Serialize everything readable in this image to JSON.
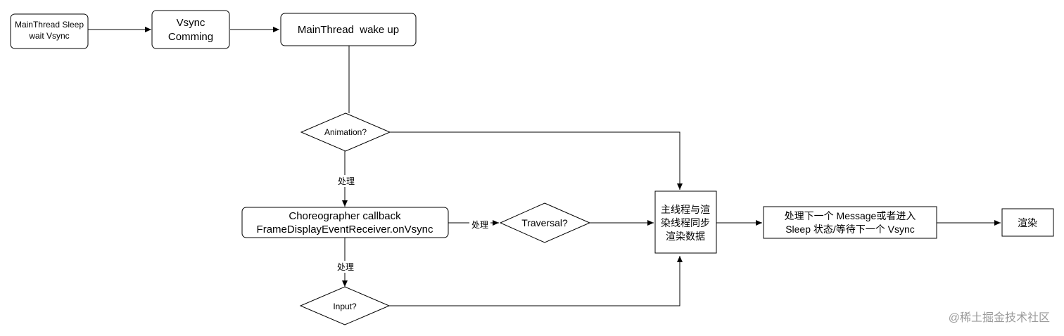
{
  "nodes": {
    "main_sleep": [
      "MainThread Sleep",
      "wait Vsync"
    ],
    "vsync": [
      "Vsync",
      "Comming"
    ],
    "wake": [
      "MainThread  wake up"
    ],
    "animation": [
      "Animation?"
    ],
    "choreographer": [
      "Choreographer callback",
      "FrameDisplayEventReceiver.onVsync"
    ],
    "traversal": [
      "Traversal?"
    ],
    "input": [
      "Input?"
    ],
    "sync": [
      "主线程与渲",
      "染线程同步",
      "渲染数据"
    ],
    "next": [
      "处理下一个 Message或者进入",
      "Sleep 状态/等待下一个 Vsync"
    ],
    "render": [
      "渲染"
    ]
  },
  "edge_labels": {
    "animation_to_choreographer": "处理",
    "choreographer_to_traversal": "处理",
    "choreographer_to_input": "处理"
  },
  "watermark": "@稀土掘金技术社区"
}
